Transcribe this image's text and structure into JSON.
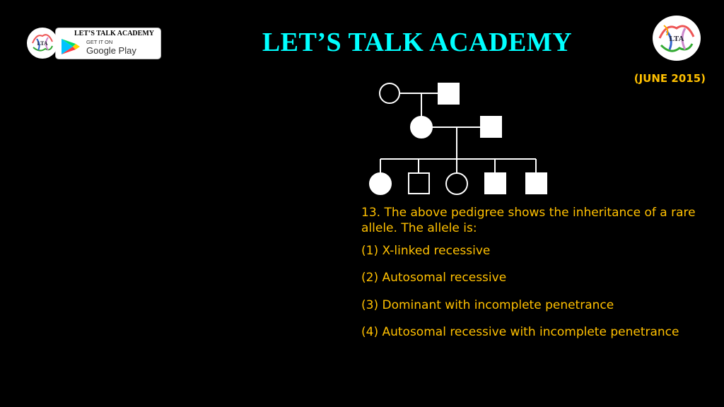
{
  "header": {
    "title": "LET’S TALK ACADEMY",
    "badge_brand": "LET’S TALK ACADEMY",
    "badge_get": "GET IT ON",
    "badge_store": "Google Play",
    "logo_text": "LTA"
  },
  "session": "(JUNE 2015)",
  "question": {
    "text": "13. The above pedigree shows the inheritance of a rare allele.  The allele is:",
    "options": [
      "(1) X-linked recessive",
      "(2) Autosomal recessive",
      "(3) Dominant with incomplete penetrance",
      "(4) Autosomal recessive with incomplete penetrance"
    ]
  },
  "colors": {
    "title": "#00FFFF",
    "text": "#FFC000",
    "pedigree": "#FFFFFF",
    "background": "#000000"
  }
}
